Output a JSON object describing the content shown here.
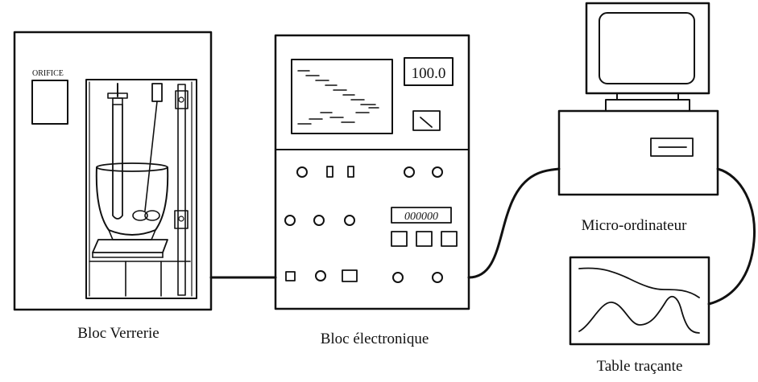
{
  "colors": {
    "ink": "#111111",
    "background": "#ffffff"
  },
  "labels": {
    "orifice": "ORIFICE",
    "display_value": "100.0",
    "counter": "000000",
    "bloc_verrerie": "Bloc Verrerie",
    "bloc_electronique": "Bloc électronique",
    "micro_ordinateur": "Micro-ordinateur",
    "table_tracante": "Table traçante"
  },
  "icons": [
    "gauge-meter-icon",
    "monitor-screen-icon",
    "disk-drive-icon",
    "plot-curve-icon"
  ]
}
